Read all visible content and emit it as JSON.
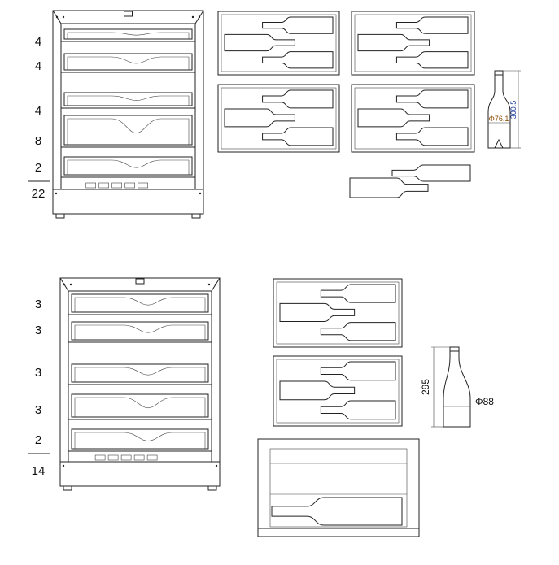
{
  "top_unit": {
    "shelf_counts": [
      "4",
      "4",
      "4",
      "8",
      "2"
    ],
    "total": "22",
    "bottle": {
      "height_label": "300.5",
      "diameter_label": "Φ76.1",
      "height_color": "#1a3a9c",
      "diameter_color": "#8a4a00"
    }
  },
  "bottom_unit": {
    "shelf_counts": [
      "3",
      "3",
      "3",
      "3",
      "2"
    ],
    "total": "14",
    "bottle": {
      "height_label": "295",
      "diameter_label": "Φ88",
      "label_color": "#111111"
    }
  }
}
